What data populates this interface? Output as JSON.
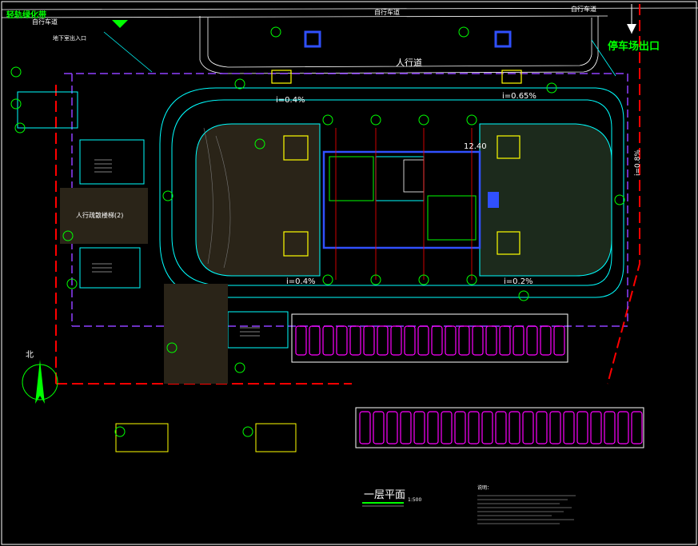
{
  "title": "一层平面",
  "scale_label": "1:500",
  "labels": {
    "exit": "停车场出口",
    "road_top": "自行车道",
    "road_top_right": "自行车道",
    "road_left": "自行车道",
    "pedestrian": "人行道",
    "corner_green": "轻轨绿化带",
    "basement_entry": "地下室出入口",
    "slope_1": "i=0.4%",
    "slope_2": "i=0.65%",
    "slope_3": "i=0.4%",
    "slope_4": "i=0.2%",
    "slope_5": "i=0.8%",
    "elev": "12.40",
    "north": "北",
    "notes_title": "说明：",
    "left_stairs_label": "人行疏散楼梯(2)"
  },
  "colors": {
    "bg": "#000000",
    "green": "#00ff00",
    "magenta": "#ff00ff",
    "cyan": "#00ffff",
    "red": "#ff0000",
    "white": "#ffffff",
    "blue": "#3050ff",
    "yellow": "#ffff00",
    "purple": "#9040ff"
  },
  "icons": [
    "north-arrow-icon",
    "grid-bubble-icon",
    "parking-stall-icon"
  ]
}
